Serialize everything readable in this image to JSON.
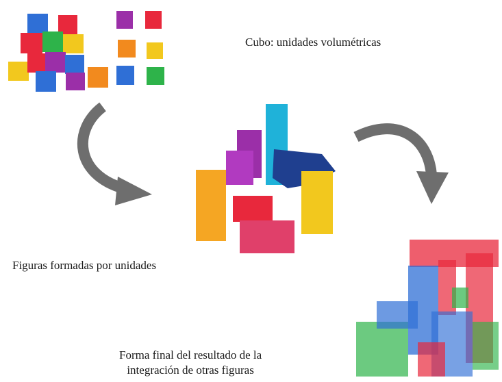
{
  "labels": {
    "top": "Cubo: unidades volumétricas",
    "middle": "Figuras formadas por unidades",
    "bottom_line1": "Forma final del resultado de la",
    "bottom_line2": "integración de otras figuras"
  },
  "colors": {
    "arrow": "#6e6e6e",
    "red": "#e8283c",
    "yellow": "#f2c81e",
    "green": "#2eb34a",
    "blue": "#2f6fd6",
    "purple": "#9b2fa8",
    "orange": "#f28a1e",
    "cyan": "#1fb2d9",
    "navy": "#1f3f8f",
    "pink": "#e0406a"
  }
}
